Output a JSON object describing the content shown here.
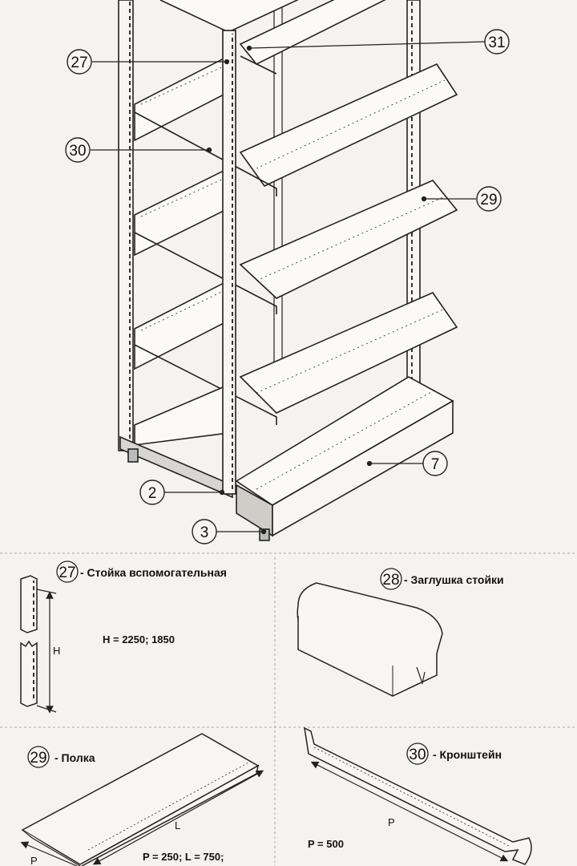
{
  "main_callouts": {
    "c27": "27",
    "c30": "30",
    "c31": "31",
    "c29": "29",
    "c7": "7",
    "c2": "2",
    "c3": "3"
  },
  "panels": {
    "p27": {
      "num": "27",
      "title": "- Стойка вспомогательная",
      "dims": "H = 2250; 1850",
      "letter_h": "H"
    },
    "p28": {
      "num": "28",
      "title": "- Заглушка стойки"
    },
    "p29": {
      "num": "29",
      "title": "- Полка",
      "dims": "P = 250; L = 750;",
      "letter_l": "L",
      "letter_p": "P"
    },
    "p30": {
      "num": "30",
      "title": "- Кронштейн",
      "dims": "P = 500",
      "letter_p": "P"
    }
  }
}
